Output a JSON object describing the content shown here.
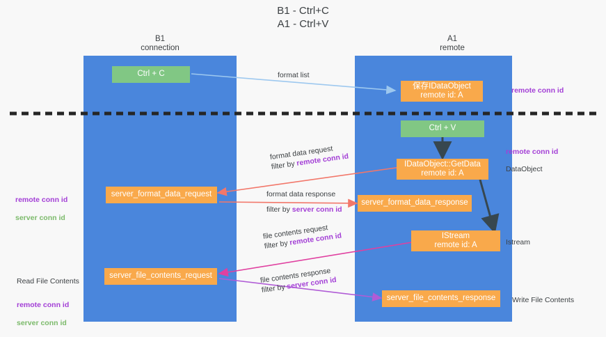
{
  "diagram": {
    "title": "B1 - Ctrl+C\nA1 - Ctrl+V",
    "colors": {
      "lane": "#4a86dc",
      "node_orange": "#f9a94b",
      "node_green": "#81c784",
      "remote_conn_id": "#a33fd6",
      "server_conn_id": "#7cba6b",
      "arrow_blue": "#9dc8ef",
      "arrow_red": "#f2776a",
      "arrow_magenta": "#e040a0",
      "arrow_purple": "#b05cd6",
      "arrow_black": "#37474f",
      "divider": "#262626",
      "background": "#f8f8f8"
    },
    "lanes": [
      {
        "id": "b1",
        "title": "B1\nconnection"
      },
      {
        "id": "a1",
        "title": "A1\nremote"
      }
    ],
    "nodes": [
      {
        "id": "ctrl-c",
        "label": "Ctrl + C",
        "style": "green"
      },
      {
        "id": "save-idataobject",
        "label": "保存IDataObject\nremote id: A",
        "style": "orange"
      },
      {
        "id": "ctrl-v",
        "label": "Ctrl + V",
        "style": "green"
      },
      {
        "id": "idataobject-getdata",
        "label": "IDataObject::GetData\nremote id: A",
        "style": "orange"
      },
      {
        "id": "server-format-data-request",
        "label": "server_format_data_request",
        "style": "orange"
      },
      {
        "id": "server-format-data-response",
        "label": "server_format_data_response",
        "style": "orange"
      },
      {
        "id": "istream",
        "label": "IStream\nremote id: A",
        "style": "orange"
      },
      {
        "id": "server-file-contents-request",
        "label": "server_file_contents_request",
        "style": "orange"
      },
      {
        "id": "server-file-contents-response",
        "label": "server_file_contents_response",
        "style": "orange"
      }
    ],
    "edge_labels": [
      {
        "id": "format-list",
        "line1": "format list",
        "line2_prefix": "",
        "line2_key": ""
      },
      {
        "id": "format-data-request",
        "line1": "format data request",
        "line2_prefix": "filter by ",
        "line2_key": "remote conn id"
      },
      {
        "id": "format-data-response",
        "line1": "format data response",
        "line2_prefix": "filter by ",
        "line2_key": "server conn id"
      },
      {
        "id": "file-contents-request",
        "line1": "file contents request",
        "line2_prefix": "filter by ",
        "line2_key": "remote conn id"
      },
      {
        "id": "file-contents-response",
        "line1": "file contents response",
        "line2_prefix": "filter by ",
        "line2_key": "server conn id"
      }
    ],
    "left_notes": [
      {
        "id": "left-conn-ids",
        "remote": "remote conn id",
        "server": "server conn id"
      },
      {
        "id": "read-file-contents",
        "heading": "Read File Contents",
        "remote": "remote conn id",
        "server": "server conn id"
      }
    ],
    "right_labels": [
      {
        "id": "right-remote-top",
        "text": "remote conn id",
        "kind": "remote"
      },
      {
        "id": "right-remote-middle",
        "text": "remote conn id",
        "kind": "remote"
      },
      {
        "id": "right-dataobject",
        "text": "DataObject",
        "kind": "plain"
      },
      {
        "id": "right-istream",
        "text": "Istream",
        "kind": "plain"
      },
      {
        "id": "right-write-file",
        "text": "Write File Contents",
        "kind": "plain"
      }
    ]
  }
}
